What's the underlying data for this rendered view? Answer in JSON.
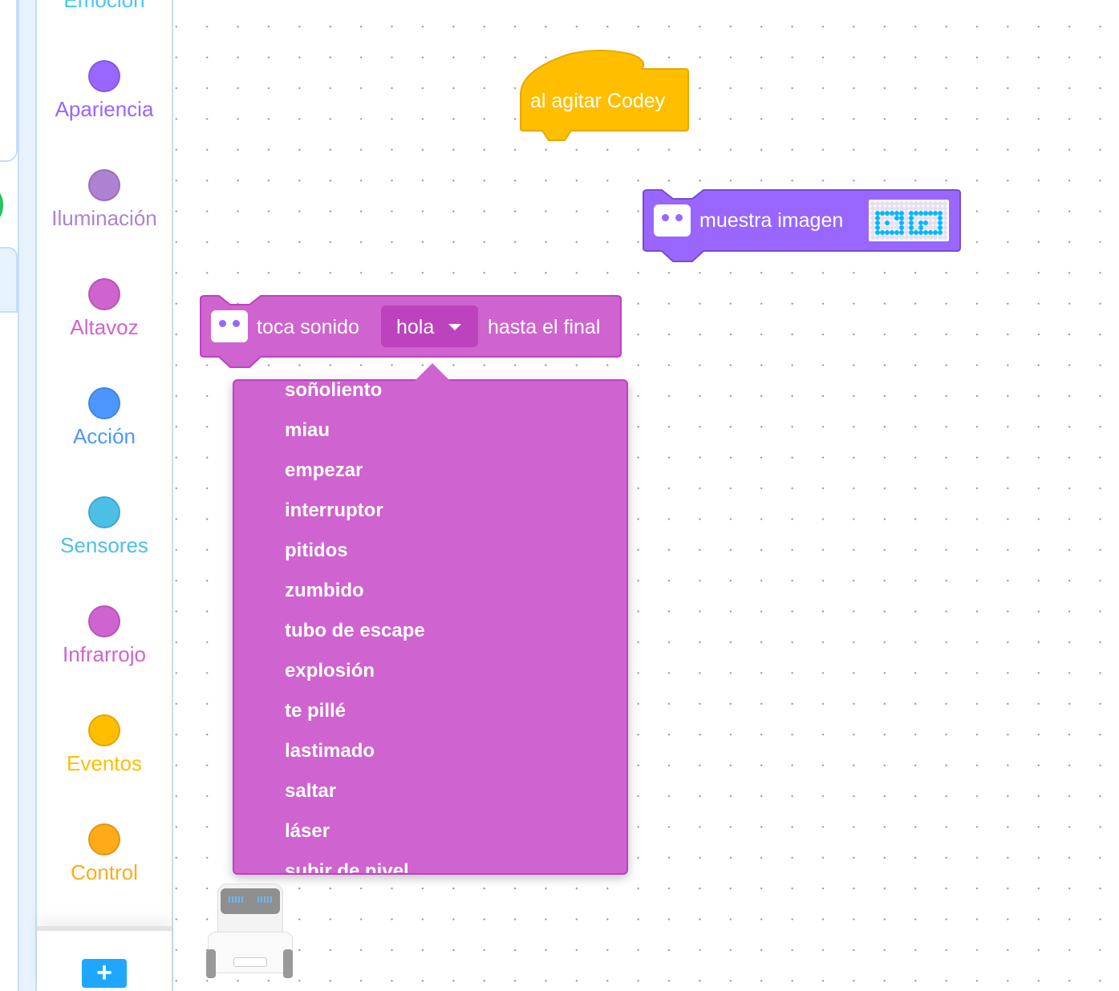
{
  "categories": [
    {
      "label": "Emoción",
      "color": "#45c8f5"
    },
    {
      "label": "Apariencia",
      "color": "#9966ff"
    },
    {
      "label": "Iluminación",
      "color": "#ae81d2"
    },
    {
      "label": "Altavoz",
      "color": "#cf63cf"
    },
    {
      "label": "Acción",
      "color": "#4c97ff"
    },
    {
      "label": "Sensores",
      "color": "#4cbfe6"
    },
    {
      "label": "Infrarrojo",
      "color": "#cf63cf"
    },
    {
      "label": "Eventos",
      "color": "#ffbf00"
    },
    {
      "label": "Control",
      "color": "#ffab19"
    }
  ],
  "add_button": "+",
  "blocks": {
    "event": {
      "label": "al agitar Codey",
      "color": "#ffbf00"
    },
    "show_image": {
      "label": "muestra imagen",
      "color": "#9966ff",
      "matrix": [
        "0000000000000000",
        "0000000000000000",
        "0111111011111110",
        "0100011010000010",
        "0101001010110010",
        "0100001010100010",
        "0111111011111110",
        "0000000000000000"
      ]
    },
    "play_sound": {
      "label": "toca sonido",
      "value": "hola",
      "suffix": "hasta el final",
      "color": "#cf63cf"
    }
  },
  "dropdown": {
    "items": [
      "soñoliento",
      "miau",
      "empezar",
      "interruptor",
      "pitidos",
      "zumbido",
      "tubo de escape",
      "explosión",
      "te pillé",
      "lastimado",
      "saltar",
      "láser",
      "subir de nivel"
    ]
  }
}
